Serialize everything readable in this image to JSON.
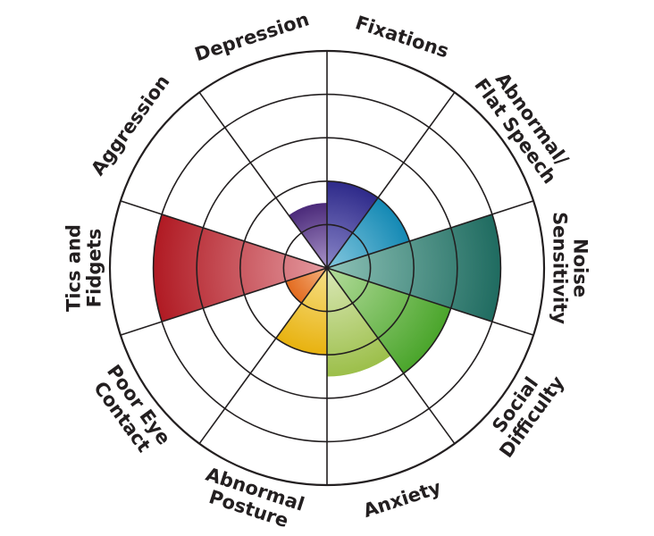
{
  "chart_data": {
    "type": "polar-area",
    "title": "",
    "rings": 5,
    "max": 5,
    "categories": [
      {
        "label": "Fixations",
        "value": 2,
        "color_outer": "#2e2a8a",
        "color_inner": "#8a86c8"
      },
      {
        "label": "Abnormal/ Flat Speech",
        "value": 2,
        "color_outer": "#1489b4",
        "color_inner": "#85c8df"
      },
      {
        "label": "Noise Sensitivity",
        "value": 4,
        "color_outer": "#1f6b60",
        "color_inner": "#8fc3b8"
      },
      {
        "label": "Social Difficulty",
        "value": 3,
        "color_outer": "#4aa52b",
        "color_inner": "#b4dc9c"
      },
      {
        "label": "Anxiety",
        "value": 2.5,
        "color_outer": "#9cbf4a",
        "color_inner": "#dbe8b8"
      },
      {
        "label": "Abnormal Posture",
        "value": 2,
        "color_outer": "#e8b20f",
        "color_inner": "#f7e089"
      },
      {
        "label": "Poor Eye Contact",
        "value": 1,
        "color_outer": "#e36b1f",
        "color_inner": "#f3b17e"
      },
      {
        "label": "Tics and Fidgets",
        "value": 4,
        "color_outer": "#b01a23",
        "color_inner": "#e49aa0"
      },
      {
        "label": "Aggression",
        "value": 0,
        "color_outer": "#b01a23",
        "color_inner": "#e49aa0"
      },
      {
        "label": "Depression",
        "value": 1.5,
        "color_outer": "#4b2a7a",
        "color_inner": "#a994c9"
      }
    ],
    "label_lines": [
      [
        "Fixations"
      ],
      [
        "Abnormal/",
        "Flat Speech"
      ],
      [
        "Noise",
        "Sensitivity"
      ],
      [
        "Social",
        "Difficulty"
      ],
      [
        "Anxiety"
      ],
      [
        "Abnormal",
        "Posture"
      ],
      [
        "Poor Eye",
        "Contact"
      ],
      [
        "Tics and",
        "Fidgets"
      ],
      [
        "Aggression"
      ],
      [
        "Depression"
      ]
    ],
    "grid": true,
    "legend": "none"
  },
  "colors": {
    "grid": "#231f20",
    "text": "#231f20"
  }
}
